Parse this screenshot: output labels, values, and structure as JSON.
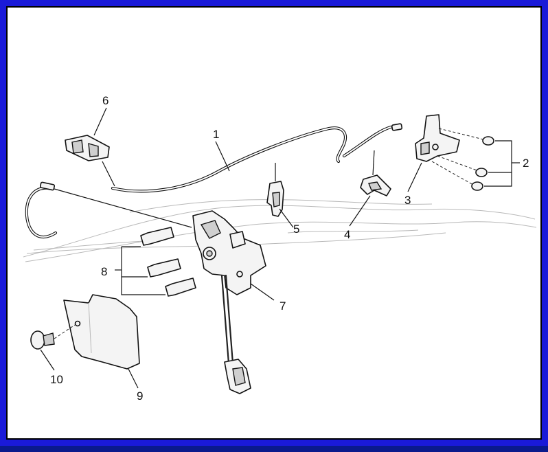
{
  "diagram": {
    "callouts": [
      {
        "id": "1",
        "label": "1"
      },
      {
        "id": "2",
        "label": "2"
      },
      {
        "id": "3",
        "label": "3"
      },
      {
        "id": "4",
        "label": "4"
      },
      {
        "id": "5",
        "label": "5"
      },
      {
        "id": "6",
        "label": "6"
      },
      {
        "id": "7",
        "label": "7"
      },
      {
        "id": "8",
        "label": "8"
      },
      {
        "id": "9",
        "label": "9"
      },
      {
        "id": "10",
        "label": "10"
      }
    ]
  },
  "colors": {
    "frame": "#1a1ad8",
    "background": "#ffffff",
    "ink": "#111111"
  }
}
